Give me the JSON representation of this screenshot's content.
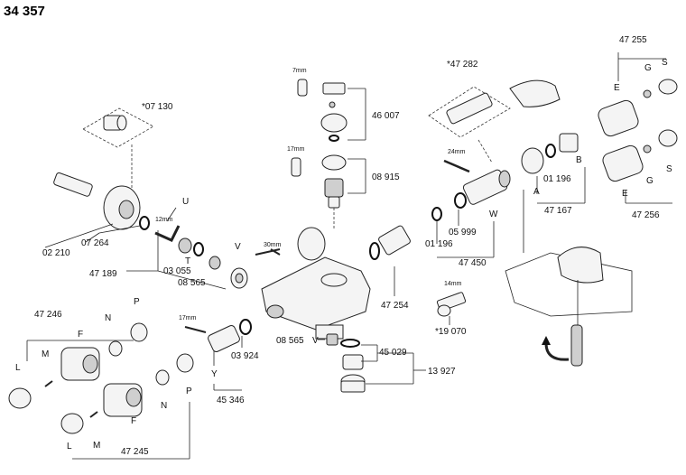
{
  "title": "34 357",
  "labels": {
    "p07130": "*07 130",
    "p02210": "02 210",
    "p07264": "07 264",
    "mm12a": "12mm",
    "U": "U",
    "T": "T",
    "V": "V",
    "p03055": "03 055",
    "p08565a": "08 565",
    "mm30": "30mm",
    "p47189": "47 189",
    "mm7": "7mm",
    "p46007": "46 007",
    "mm17a": "17mm",
    "p08915": "08 915",
    "p47282": "*47 282",
    "mm24": "24mm",
    "p47255": "47 255",
    "E1": "E",
    "G1": "G",
    "S1": "S",
    "A": "A",
    "B": "B",
    "p01196a": "01 196",
    "p47167": "47 167",
    "E2": "E",
    "G2": "G",
    "S2": "S",
    "p47256": "47 256",
    "p01196b": "01 196",
    "p05999": "05 999",
    "W": "W",
    "p47450": "47 450",
    "p47254": "47 254",
    "mm14": "14mm",
    "p19070": "*19 070",
    "p47246": "47 246",
    "L1": "L",
    "M1": "M",
    "F1": "F",
    "N1": "N",
    "P1": "P",
    "mm17b": "17mm",
    "Y": "Y",
    "p03924": "03 924",
    "p45346": "45 346",
    "p08565b": "08 565",
    "Vb": "V",
    "p45029": "45 029",
    "p13927": "13 927",
    "L2": "L",
    "M2": "M",
    "F2": "F",
    "N2": "N",
    "P2": "P",
    "p47245": "47 245"
  }
}
